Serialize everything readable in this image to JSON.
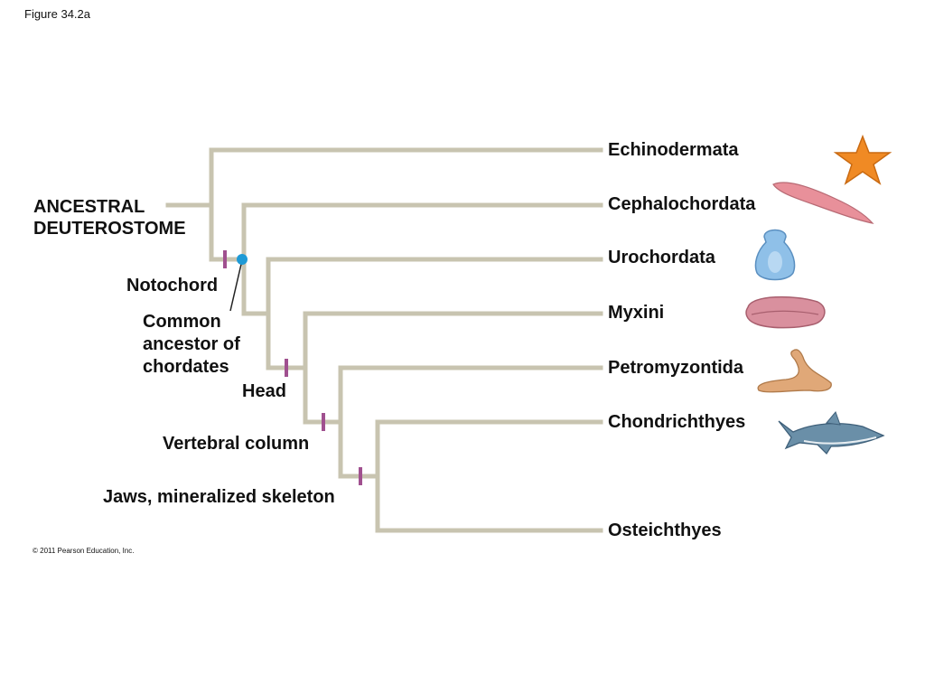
{
  "figure_label": "Figure 34.2a",
  "copyright": "© 2011 Pearson Education, Inc.",
  "root_label": [
    "ANCESTRAL",
    "DEUTEROSTOME"
  ],
  "taxa": [
    "Echinodermata",
    "Cephalochordata",
    "Urochordata",
    "Myxini",
    "Petromyzontida",
    "Chondrichthyes",
    "Osteichthyes"
  ],
  "characters": {
    "notochord": "Notochord",
    "common_ancestor": [
      "Common",
      "ancestor of",
      "chordates"
    ],
    "head": "Head",
    "vertebral_column": "Vertebral column",
    "jaws": "Jaws, mineralized skeleton"
  },
  "colors": {
    "branch": "#c8c4b0",
    "marker": "#a0508f",
    "ancestor_dot": "#1e9ad6",
    "starfish": "#f08a24",
    "lancelet": "#e8909a",
    "tunicate": "#8fc0e8",
    "hagfish": "#d9909e",
    "lamprey": "#e0a878",
    "shark": "#6a8fa8"
  },
  "icons": [
    "starfish-icon",
    "lancelet-icon",
    "tunicate-icon",
    "hagfish-icon",
    "lamprey-icon",
    "shark-icon"
  ]
}
